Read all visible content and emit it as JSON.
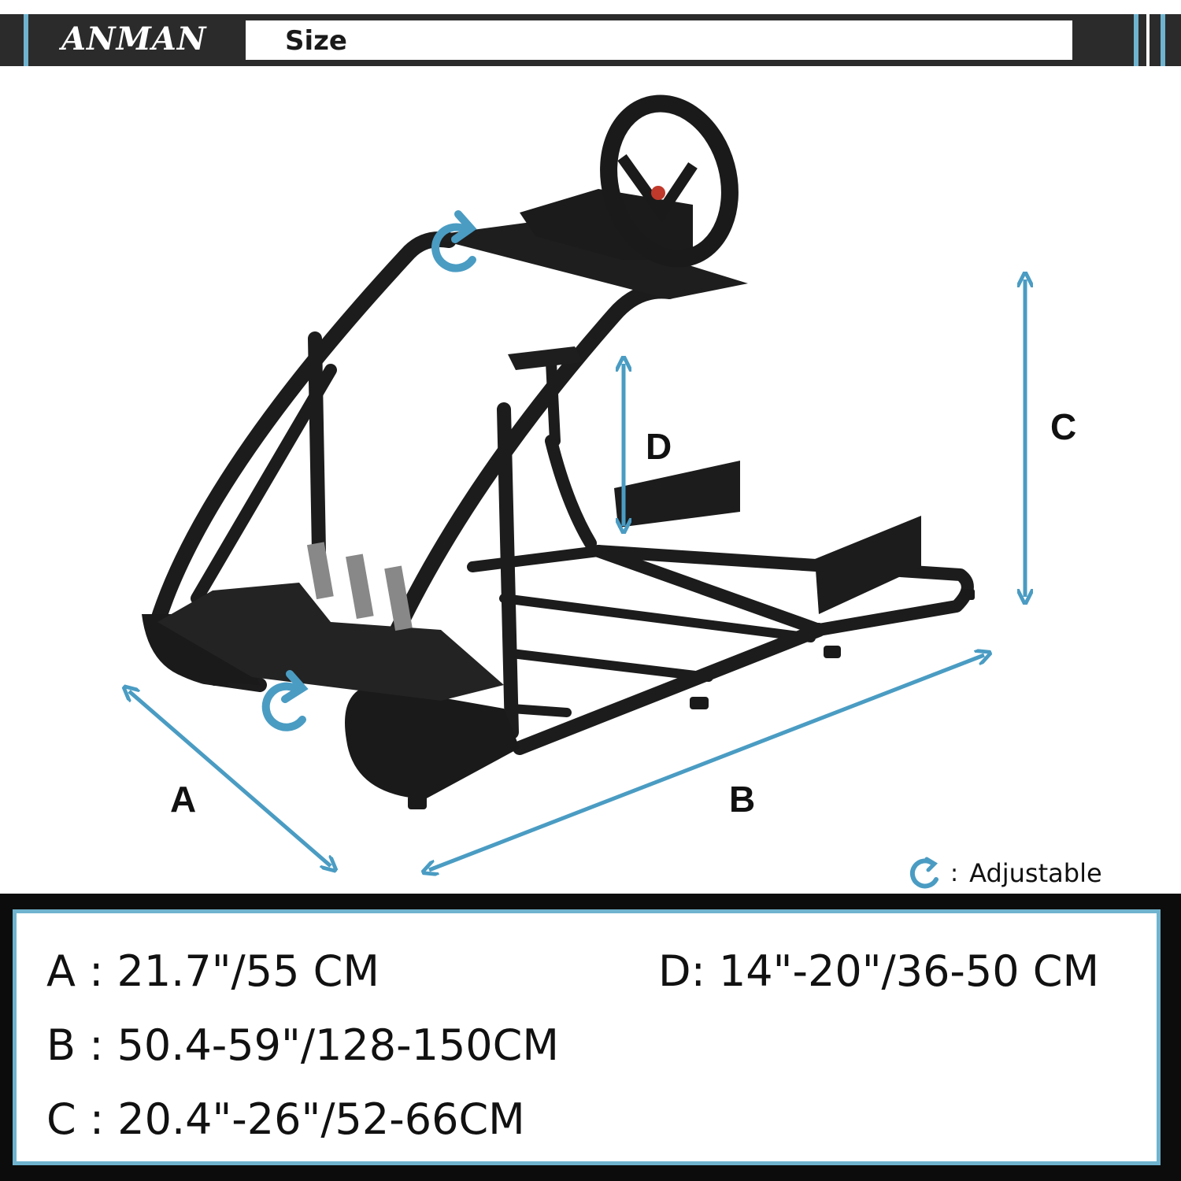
{
  "header": {
    "brand": "ANMAN",
    "section_title": "Size"
  },
  "illustration": {
    "dimension_labels": {
      "a": "A",
      "b": "B",
      "c": "C",
      "d": "D"
    },
    "accent_color": "#4a9cc3",
    "icons": [
      "adjustable-rotate-icon",
      "dimension-arrow-icon"
    ]
  },
  "legend": {
    "icon": "adjustable-rotate-icon",
    "separator": ":",
    "text": "Adjustable"
  },
  "specs": {
    "a": "A : 21.7\"/55 CM",
    "b": "B : 50.4-59\"/128-150CM",
    "c": "C : 20.4\"-26\"/52-66CM",
    "d": "D: 14\"-20\"/36-50 CM"
  },
  "colors": {
    "header_bg": "#2b2b2b",
    "accent": "#6fb3cf",
    "panel_bg": "#0c0c0c"
  }
}
